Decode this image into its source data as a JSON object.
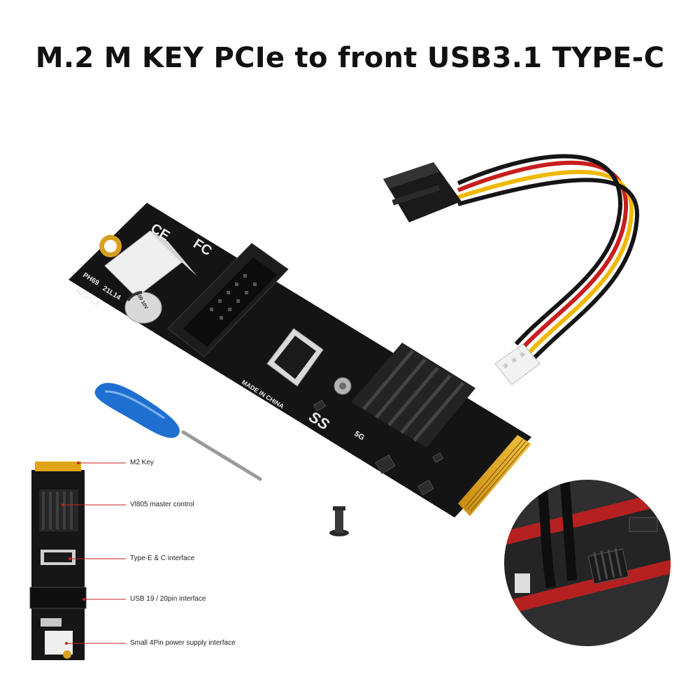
{
  "title": "M.2 M KEY PCIe to front USB3.1 TYPE-C",
  "board": {
    "ce_mark": "CE",
    "fc_mark": "FC",
    "model": "PH69",
    "date_code": "21L14",
    "revision": "REV-1.2",
    "capacitor": "100 10V",
    "made_in": "MADE IN CHINA",
    "usb_logo": "SS",
    "speed": "5G"
  },
  "callouts": [
    {
      "id": "m2-key",
      "label": "M2 Key"
    },
    {
      "id": "vl805",
      "label": "Vl805 master control"
    },
    {
      "id": "type-e-c",
      "label": "Type-E & C interface"
    },
    {
      "id": "usb-19-20pin",
      "label": "USB 19 / 20pin interface"
    },
    {
      "id": "small-4pin",
      "label": "Small 4Pin power supply interface"
    }
  ],
  "colors": {
    "pcb": "#141414",
    "gold": "#e0a418",
    "cable_red": "#c81e1e",
    "cable_yellow": "#f0b800",
    "cable_black": "#151515",
    "screwdriver": "#1e6fd0"
  }
}
